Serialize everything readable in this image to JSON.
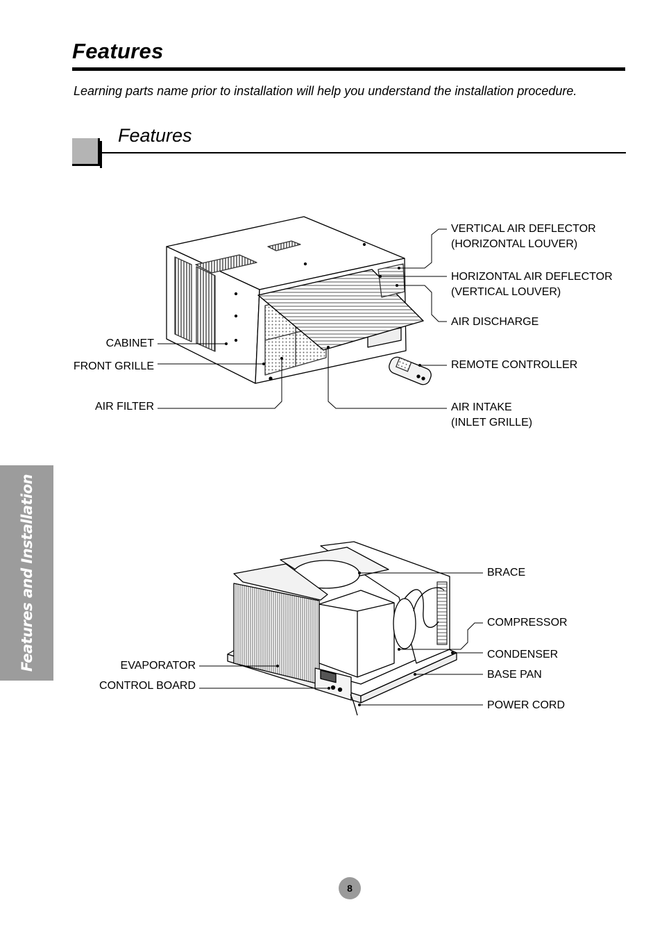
{
  "header": {
    "title": "Features",
    "subtitle": "Learning parts name prior to installation will help you understand the installation procedure."
  },
  "section": {
    "title": "Features"
  },
  "side_tab": {
    "label": "Features and Installation"
  },
  "exterior_labels": {
    "vertical_air_deflector_1": "VERTICAL AIR DEFLECTOR",
    "vertical_air_deflector_2": "(HORIZONTAL LOUVER)",
    "horizontal_air_deflector_1": "HORIZONTAL AIR DEFLECTOR",
    "horizontal_air_deflector_2": "(VERTICAL LOUVER)",
    "air_discharge": "AIR DISCHARGE",
    "remote_controller": "REMOTE CONTROLLER",
    "air_intake_1": "AIR INTAKE",
    "air_intake_2": "(INLET GRILLE)",
    "cabinet": "CABINET",
    "front_grille": "FRONT GRILLE",
    "air_filter": "AIR FILTER"
  },
  "interior_labels": {
    "brace": "BRACE",
    "compressor": "COMPRESSOR",
    "condenser": "CONDENSER",
    "base_pan": "BASE PAN",
    "power_cord": "POWER CORD",
    "evaporator": "EVAPORATOR",
    "control_board": "CONTROL BOARD"
  },
  "footer": {
    "page_number": "8"
  }
}
